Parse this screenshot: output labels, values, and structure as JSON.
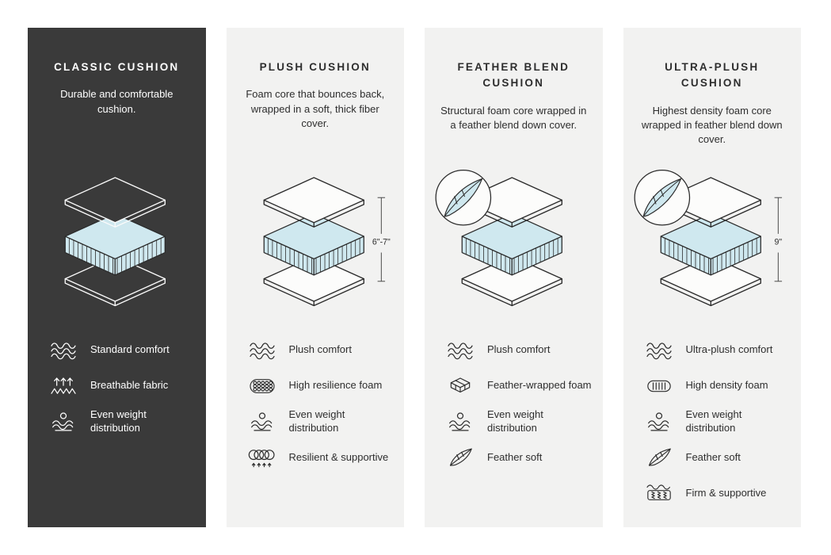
{
  "colors": {
    "dark_card": "#3a3a3a",
    "light_card": "#f2f2f1",
    "foam_blue": "#cfe8ef",
    "outline": "#2b2b2b"
  },
  "columns": [
    {
      "id": "classic",
      "theme": "dark",
      "title": "CLASSIC CUSHION",
      "description": "Durable and comfortable cushion.",
      "diagram": {
        "feather_badge": false,
        "measurement": ""
      },
      "features": [
        {
          "icon": "waves-icon",
          "label": "Standard comfort"
        },
        {
          "icon": "breathable-fabric-icon",
          "label": "Breathable fabric"
        },
        {
          "icon": "even-weight-icon",
          "label": "Even weight distribution"
        }
      ]
    },
    {
      "id": "plush",
      "theme": "light",
      "title": "PLUSH CUSHION",
      "description": "Foam core that bounces back, wrapped in a soft, thick fiber cover.",
      "diagram": {
        "feather_badge": false,
        "measurement": "6\"-7\""
      },
      "features": [
        {
          "icon": "waves-icon",
          "label": "Plush comfort"
        },
        {
          "icon": "honeycomb-foam-icon",
          "label": "High resilience foam"
        },
        {
          "icon": "even-weight-icon",
          "label": "Even weight distribution"
        },
        {
          "icon": "spring-icon",
          "label": "Resilient & supportive"
        }
      ]
    },
    {
      "id": "feather-blend",
      "theme": "light",
      "title": "FEATHER BLEND CUSHION",
      "description": "Structural foam core wrapped in a feather blend down cover.",
      "diagram": {
        "feather_badge": true,
        "measurement": ""
      },
      "features": [
        {
          "icon": "waves-icon",
          "label": "Plush comfort"
        },
        {
          "icon": "bricks-foam-icon",
          "label": "Feather-wrapped foam"
        },
        {
          "icon": "even-weight-icon",
          "label": "Even weight distribution"
        },
        {
          "icon": "feather-icon",
          "label": "Feather soft"
        }
      ]
    },
    {
      "id": "ultra-plush",
      "theme": "light",
      "title": "ULTRA-PLUSH CUSHION",
      "description": "Highest density foam core wrapped in feather blend down cover.",
      "diagram": {
        "feather_badge": true,
        "measurement": "9\""
      },
      "features": [
        {
          "icon": "waves-icon",
          "label": "Ultra-plush comfort"
        },
        {
          "icon": "density-foam-icon",
          "label": "High density foam"
        },
        {
          "icon": "even-weight-icon",
          "label": "Even weight distribution"
        },
        {
          "icon": "feather-icon",
          "label": "Feather soft"
        },
        {
          "icon": "mattress-coil-icon",
          "label": "Firm & supportive"
        }
      ]
    }
  ]
}
